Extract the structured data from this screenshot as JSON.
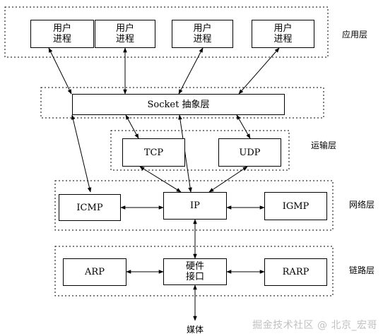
{
  "layers": {
    "application": "应用层",
    "transport": "运输层",
    "network": "网络层",
    "link": "链路层"
  },
  "boxes": {
    "user_process_1": "用户\n进程",
    "user_process_2": "用户\n进程",
    "user_process_3": "用户\n进程",
    "user_process_4": "用户\n进程",
    "socket": "Socket 抽象层",
    "tcp": "TCP",
    "udp": "UDP",
    "icmp": "ICMP",
    "ip": "IP",
    "igmp": "IGMP",
    "arp": "ARP",
    "hardware": "硬件\n接口",
    "rarp": "RARP"
  },
  "media": "媒体",
  "watermark": "掘金技术社区 @ 北京_宏哥"
}
